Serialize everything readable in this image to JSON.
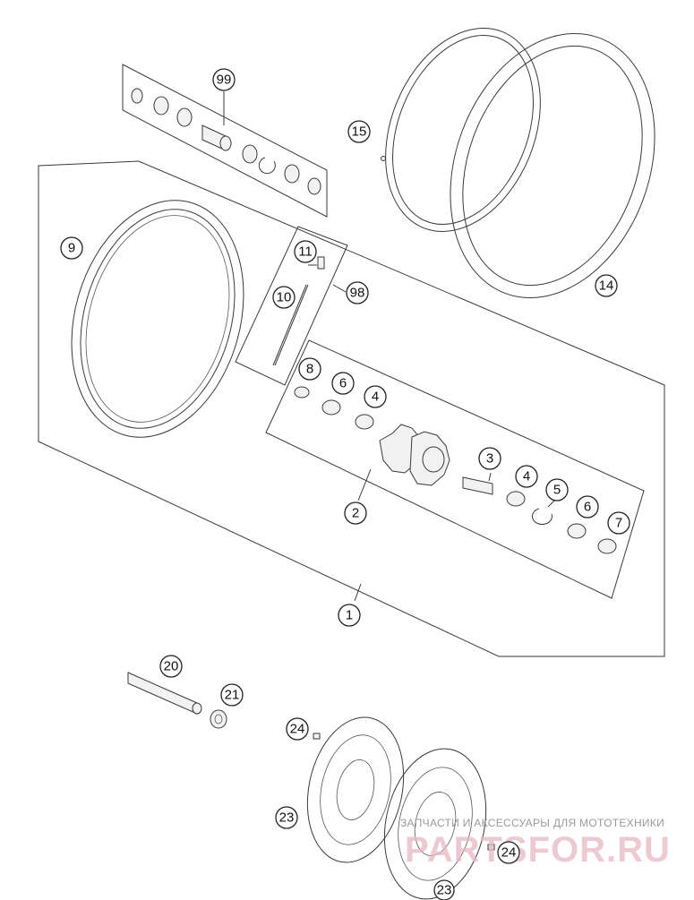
{
  "callouts": [
    {
      "id": "c99",
      "label": "99"
    },
    {
      "id": "c15",
      "label": "15"
    },
    {
      "id": "c9",
      "label": "9"
    },
    {
      "id": "c11",
      "label": "11"
    },
    {
      "id": "c10",
      "label": "10"
    },
    {
      "id": "c98",
      "label": "98"
    },
    {
      "id": "c14",
      "label": "14"
    },
    {
      "id": "c8",
      "label": "8"
    },
    {
      "id": "c6a",
      "label": "6"
    },
    {
      "id": "c4a",
      "label": "4"
    },
    {
      "id": "c3",
      "label": "3"
    },
    {
      "id": "c4b",
      "label": "4"
    },
    {
      "id": "c5",
      "label": "5"
    },
    {
      "id": "c6b",
      "label": "6"
    },
    {
      "id": "c7",
      "label": "7"
    },
    {
      "id": "c2",
      "label": "2"
    },
    {
      "id": "c1",
      "label": "1"
    },
    {
      "id": "c20",
      "label": "20"
    },
    {
      "id": "c21",
      "label": "21"
    },
    {
      "id": "c24a",
      "label": "24"
    },
    {
      "id": "c23a",
      "label": "23"
    },
    {
      "id": "c24b",
      "label": "24"
    },
    {
      "id": "c23b",
      "label": "23"
    }
  ],
  "watermark": {
    "tagline": "ЗАПЧАСТИ И АКСЕССУАРЫ ДЛЯ МОТОТЕХНИКИ",
    "brand": "PARTSFOR.RU"
  }
}
